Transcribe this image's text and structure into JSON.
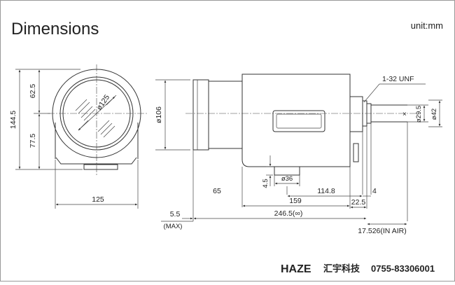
{
  "title": "Dimensions",
  "unit": "unit:mm",
  "front_view": {
    "height_total": "144.5",
    "height_upper": "62.5",
    "height_lower": "77.5",
    "lens_diameter": "ø125",
    "width": "125"
  },
  "side_view": {
    "body_diameter": "ø106",
    "thread": "1-32 UNF",
    "mount_inner_dia": "ø29.5",
    "mount_outer_dia": "ø42",
    "front_section": "65",
    "foot_height": "4.5",
    "foot_dia": "ø36",
    "foot_offset": "159",
    "rear_length": "114.8",
    "mount_length": "4",
    "flange_length": "22.5",
    "margin_left": "5.5",
    "margin_left_note": "(MAX)",
    "overall_length": "246.5(∞)",
    "flange_back": "17.526(IN AIR)"
  },
  "brand": {
    "logo": "HAZE",
    "company": "汇宇科技",
    "phone": "0755-83306001"
  }
}
